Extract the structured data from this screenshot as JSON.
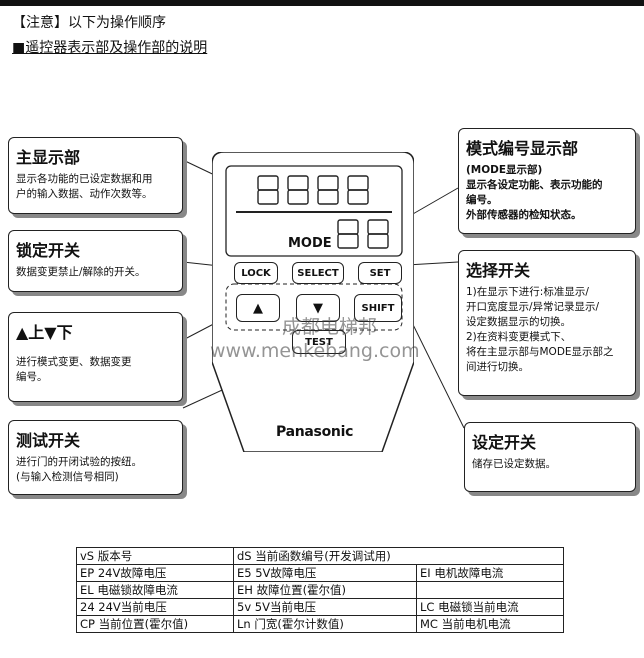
{
  "header": {
    "note": "【注意】以下为操作顺序",
    "subtitle": "■遥控器表示部及操作部的说明"
  },
  "callouts": {
    "main_display": {
      "title": "主显示部",
      "desc": "显示各功能的已设定数据和用\n户的输入数据、动作次数等。"
    },
    "lock": {
      "title": "锁定开关",
      "desc": "数据变更禁止/解除的开关。"
    },
    "updown": {
      "title": "▲上▼下",
      "desc": "进行模式变更、数据变更\n编号。"
    },
    "test": {
      "title": "测试开关",
      "desc": "进行门的开闭试验的按纽。\n(与输入检测信号相同)"
    },
    "mode_display": {
      "title": "模式编号显示部",
      "desc": "(MODE显示部)\n显示各设定功能、表示功能的\n编号。\n外部传感器的检知状态。"
    },
    "select": {
      "title": "选择开关",
      "desc": "1)在显示下进行:标准显示/\n开口宽度显示/异常记录显示/\n设定数据显示的切换。\n2)在资料变更模式下、\n将在主显示部与MODE显示部之\n间进行切换。"
    },
    "set": {
      "title": "设定开关",
      "desc": "储存已设定数据。"
    }
  },
  "remote": {
    "mode_label": "MODE",
    "brand": "Panasonic",
    "buttons": {
      "lock": "LOCK",
      "select": "SELECT",
      "set": "SET",
      "up": "▲",
      "down": "▼",
      "shift": "SHIFT",
      "test": "TEST"
    }
  },
  "watermark": {
    "line1": "成都电梯邦",
    "line2": "www.menkebang.com"
  },
  "code_table": [
    [
      "vS 版本号",
      "dS 当前函数编号(开发调试用)",
      ""
    ],
    [
      "EP 24V故障电压",
      "E5 5V故障电压",
      "EI 电机故障电流"
    ],
    [
      "EL 电磁锁故障电流",
      "EH 故障位置(霍尔值)",
      ""
    ],
    [
      "24 24V当前电压",
      "5v 5V当前电压",
      "LC 电磁锁当前电流"
    ],
    [
      "CP 当前位置(霍尔值)",
      "Ln 门宽(霍尔计数值)",
      "MC 当前电机电流"
    ]
  ]
}
